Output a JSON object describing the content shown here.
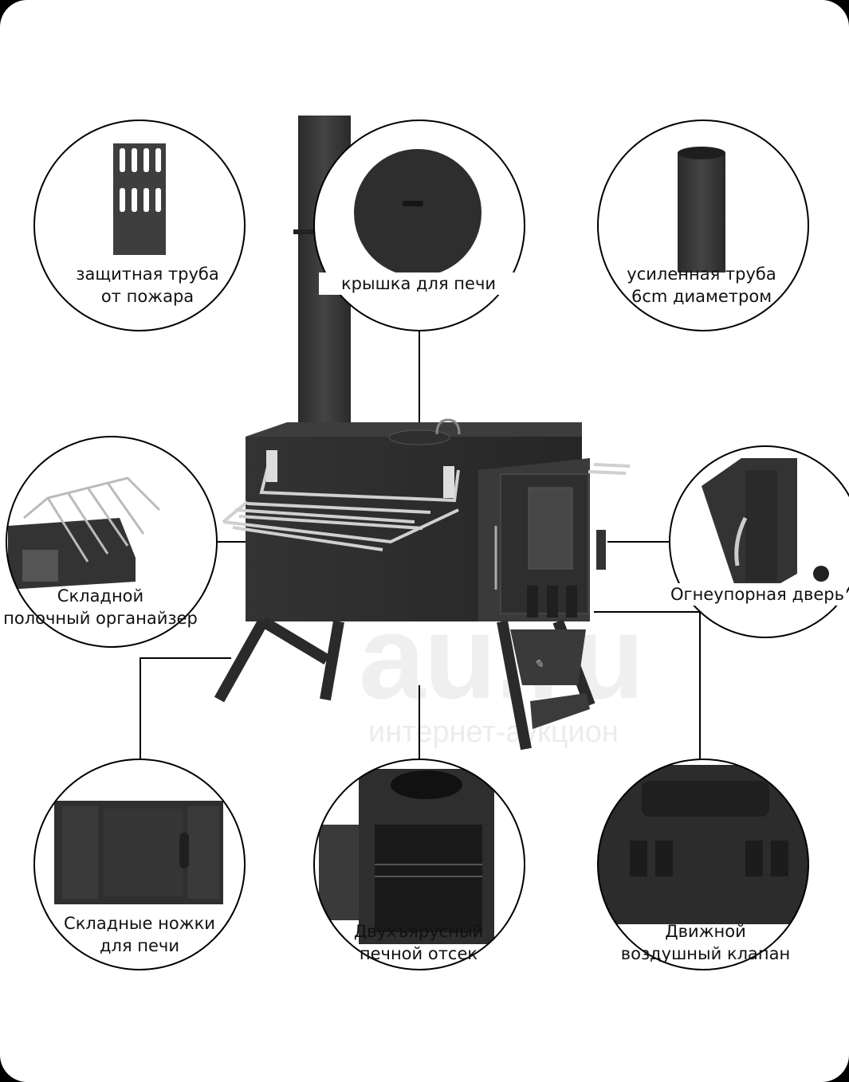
{
  "labels": {
    "fire_pipe": [
      "защитная труба",
      "от пожара"
    ],
    "lid": [
      "крышка для печи"
    ],
    "reinforced_pipe": [
      "усиленная труба",
      "6cm диаметром"
    ],
    "shelf": [
      "Складной",
      "полочный органайзер"
    ],
    "door": [
      "Огнеупорная дверь"
    ],
    "legs": [
      "Складные ножки",
      "для печи"
    ],
    "chamber": [
      "Двухъярусный",
      "печной отсек"
    ],
    "damper": [
      "Движной",
      "воздушный клапан"
    ]
  },
  "watermark": {
    "logo": "au.ru",
    "tagline": "интернет-аукцион"
  },
  "colors": {
    "stove_dark": "#2b2b2b",
    "stove_mid": "#3a3a3a",
    "chrome": "#c8c8c8",
    "frame": "#000000",
    "background": "#ffffff"
  }
}
